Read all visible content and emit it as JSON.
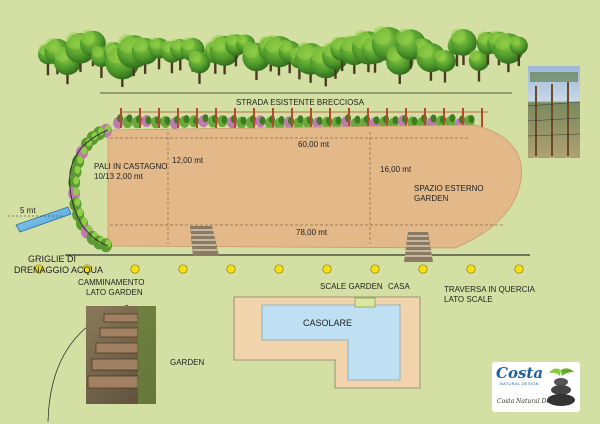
{
  "labels": {
    "road": "STRADA ESISTENTE BRECCIOSA",
    "poles_line1": "PALI IN CASTAGNO",
    "poles_line2": "10/13 2,00 mt",
    "outdoor_line1": "SPAZIO ESTERNO",
    "outdoor_line2": "GARDEN",
    "drain_line1": "GRIGLIE DI",
    "drain_line2": "DRENAGGIO ACQUA",
    "walkway_line1": "CAMMINAMENTO",
    "walkway_line2": "LATO GARDEN",
    "stairs": "SCALE GARDEN",
    "house": "CASA",
    "sleeper_line1": "TRAVERSA IN QUERCIA",
    "sleeper_line2": "LATO SCALE",
    "farmhouse": "CASOLARE",
    "garden": "GARDEN"
  },
  "dimensions": {
    "left_width": "12,00 mt",
    "top_length": "60,00 mt",
    "right_width": "16,00 mt",
    "bottom_length": "78,00 mt",
    "drain_length": "5 mt"
  },
  "logo": {
    "brand": "Costa",
    "tagline": "NATURAL DESIGN",
    "signature": "Costa Natural Design"
  },
  "colors": {
    "background": "#d4e0a3",
    "garden_fill": "#e3b98a",
    "house_fill": "#f1d4ac",
    "pool_fill": "#bfe0f2",
    "light_marker": "#f4e114",
    "tree_dark": "#3d7a22",
    "tree_light": "#7cbc3c"
  },
  "icons": {
    "trees": "tree-icon",
    "lights": "light-marker-icon",
    "drain": "drain-grate-icon",
    "stairs": "stairs-icon"
  }
}
